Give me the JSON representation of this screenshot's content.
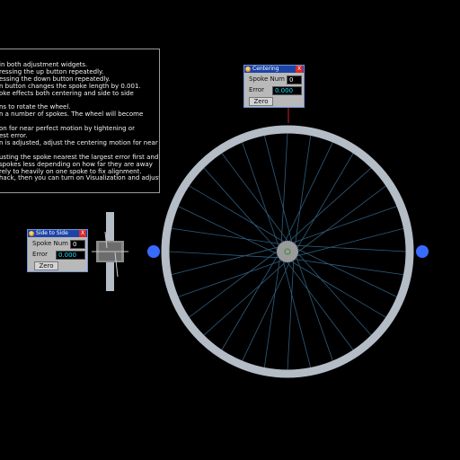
{
  "instructions": {
    "lines": [
      "in both adjustment widgets.",
      "ressing the up button repeatedly.",
      "essing the down button repeatedly.",
      "n button changes the spoke length by 0.001.",
      "oke effects both centering and side to side",
      "",
      "ns to rotate the wheel.",
      "n a number of spokes. The wheel will become",
      "",
      "on for near perfect motion by tightening  or",
      "est error.",
      "n is adjusted, adjust the centering motion for near",
      "",
      "usting the spoke nearest the largest error first and",
      " spokes less depending on how far they are away",
      "rely to heavily on one spoke to fix alignment.",
      "hack, then you can turn on Visualization and adjust"
    ]
  },
  "centering_widget": {
    "title": "Centering",
    "close": "X",
    "gear": "⚙",
    "spoke_num_label": "Spoke Num",
    "spoke_num_value": "0",
    "error_label": "Error",
    "error_value": "0.000",
    "zero_button": "Zero"
  },
  "side_widget": {
    "title": "Side to Side",
    "close": "X",
    "gear": "⚙",
    "spoke_num_label": "Spoke Num",
    "spoke_num_value": "0",
    "error_label": "Error",
    "error_value": "0.000",
    "zero_button": "Zero"
  },
  "wheel": {
    "spoke_count": 32,
    "rim_color": "#b4bcc6",
    "spoke_color": "#2e5d7f",
    "hub_color": "#9a9a9a",
    "marker_color": "#3a6bff",
    "indicator_color": "#cc2222"
  }
}
